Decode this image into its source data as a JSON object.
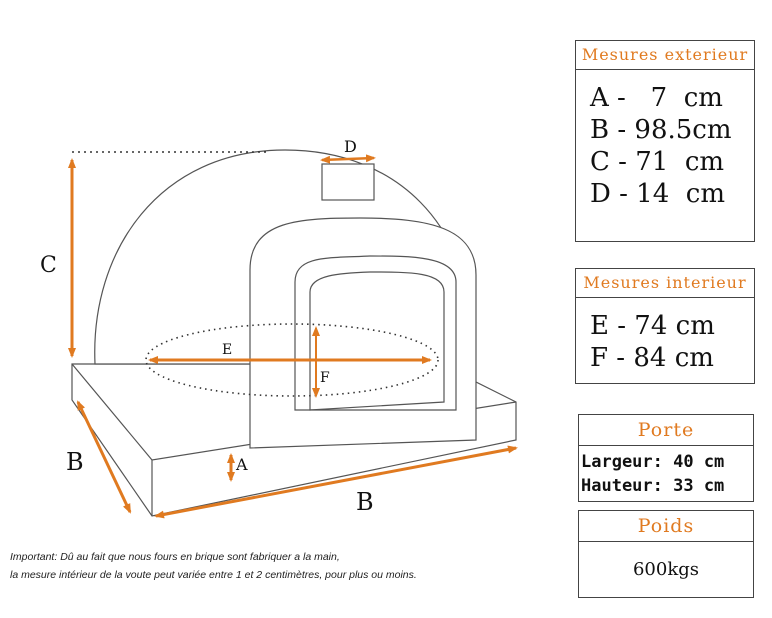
{
  "labels": {
    "A": "A",
    "B_left": "B",
    "B_bottom": "B",
    "C": "C",
    "D": "D",
    "E": "E",
    "F": "F"
  },
  "colors": {
    "arrow": "#e07a20",
    "accent_text": "#e07a20",
    "line": "#444444"
  },
  "exterior": {
    "title": "Mesures exterieur",
    "rows": [
      "A -   7  cm",
      "B - 98.5cm",
      "C - 71  cm",
      "D - 14  cm"
    ]
  },
  "interior": {
    "title": "Mesures interieur",
    "rows": [
      "E - 74 cm",
      "F - 84 cm"
    ]
  },
  "door": {
    "title": "Porte",
    "rows": [
      "Largeur: 40 cm",
      "Hauteur: 33 cm"
    ]
  },
  "weight": {
    "title": "Poids",
    "value": "600kgs"
  },
  "note": {
    "line1": "Important: Dû au fait que nous fours en brique sont fabriquer a la main,",
    "line2": "la mesure intérieur de la voute peut variée entre 1 et 2 centimètres, pour plus ou moins."
  }
}
